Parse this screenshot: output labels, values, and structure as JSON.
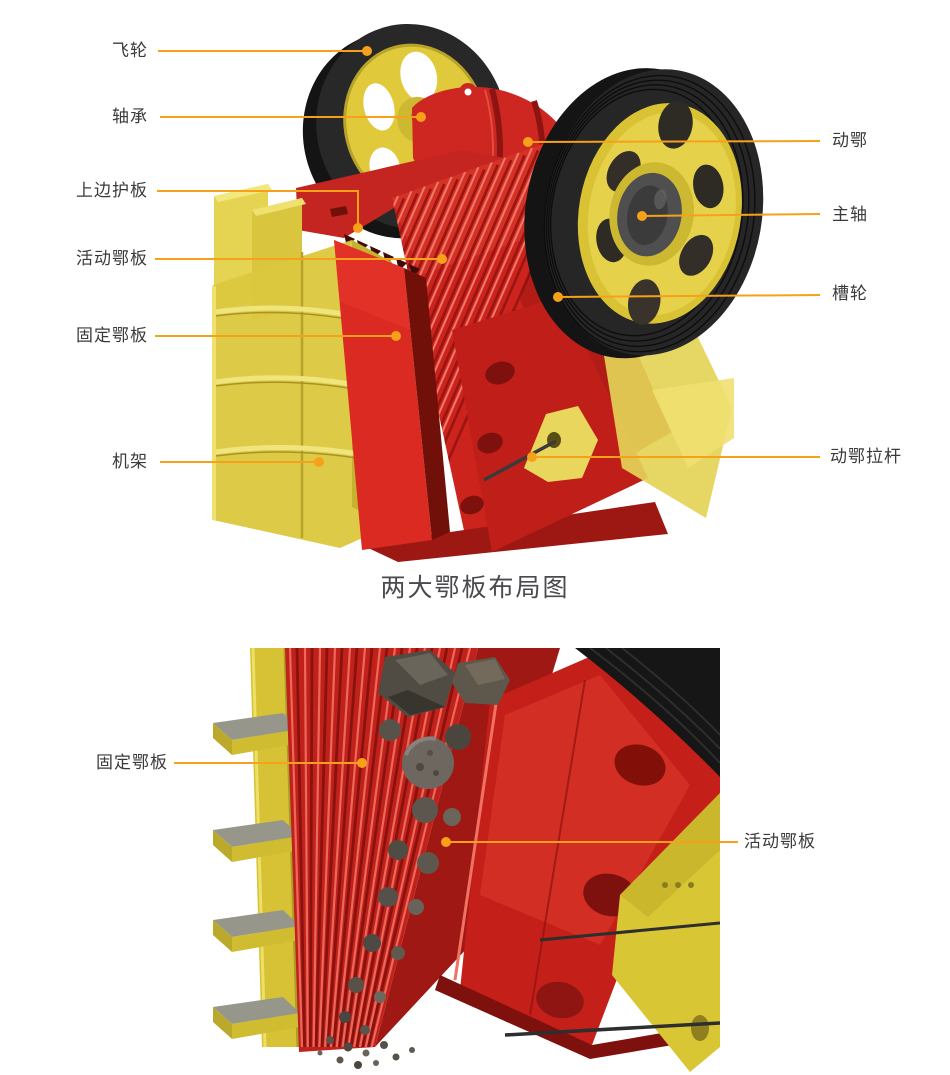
{
  "top_diagram": {
    "labels_left": [
      {
        "name": "flywheel",
        "text": "飞轮"
      },
      {
        "name": "bearing",
        "text": "轴承"
      },
      {
        "name": "upper-side-guard",
        "text": "上边护板"
      },
      {
        "name": "movable-jaw-plate",
        "text": "活动鄂板"
      },
      {
        "name": "fixed-jaw-plate",
        "text": "固定鄂板"
      },
      {
        "name": "machine-frame",
        "text": "机架"
      }
    ],
    "labels_right": [
      {
        "name": "movable-jaw",
        "text": "动鄂"
      },
      {
        "name": "main-shaft",
        "text": "主轴"
      },
      {
        "name": "sheave",
        "text": "槽轮"
      },
      {
        "name": "movable-jaw-tension-rod",
        "text": "动鄂拉杆"
      }
    ]
  },
  "section_title": {
    "text": "两大鄂板布局图"
  },
  "bottom_figure": {
    "labels": [
      {
        "name": "fixed-jaw-plate",
        "text": "固定鄂板"
      },
      {
        "name": "movable-jaw-plate",
        "text": "活动鄂板"
      }
    ]
  },
  "colors": {
    "leader_line": "#F7A11A",
    "label_text": "#3A3A3A",
    "title_text": "#4A4A4E",
    "machine_red": "#CC241D",
    "machine_yellow": "#DCC83E",
    "flywheel_black": "#262626"
  }
}
